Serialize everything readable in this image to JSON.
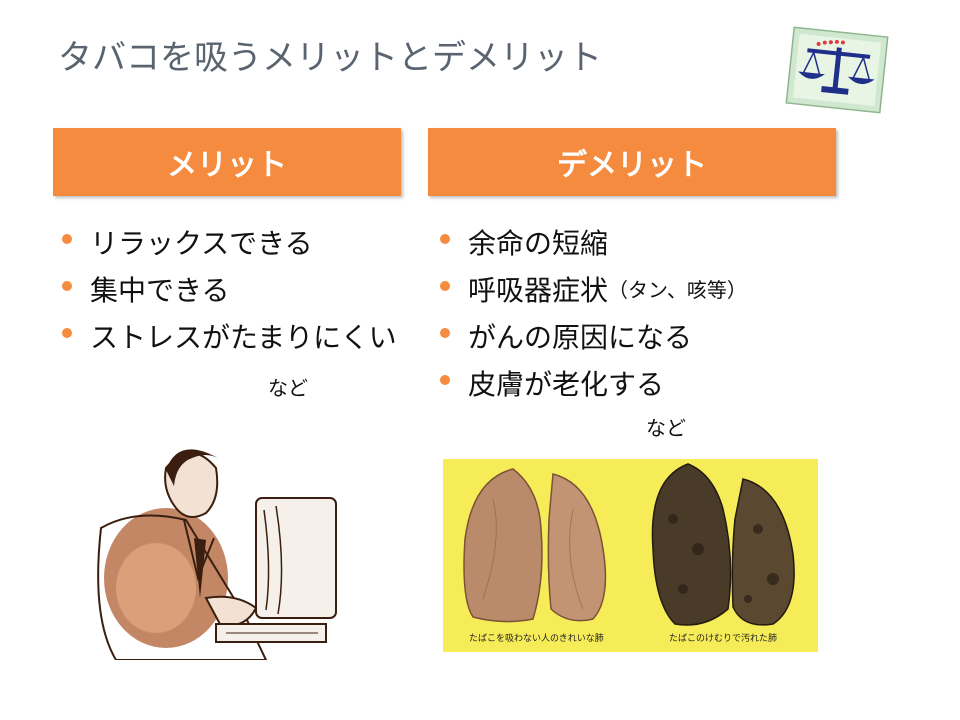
{
  "title": "タバコを吸うメリットとデメリット",
  "colors": {
    "accent": "#f58b3e",
    "panel": "#f6ec58",
    "title": "#5a6470"
  },
  "icons": {
    "scale": "balance-scale-icon",
    "man": "man-at-computer-illustration",
    "lungs": "lungs-photo"
  },
  "merit": {
    "header": "メリット",
    "items": [
      "リラックスできる",
      "集中できる",
      "ストレスがたまりにくい"
    ],
    "nado": "など"
  },
  "demerit": {
    "header": "デメリット",
    "items": [
      {
        "main": "余命の短縮",
        "sub": ""
      },
      {
        "main": "呼吸器症状",
        "sub": "（タン、咳等）"
      },
      {
        "main": "がんの原因になる",
        "sub": ""
      },
      {
        "main": "皮膚が老化する",
        "sub": ""
      }
    ],
    "nado": "など"
  },
  "lungs": {
    "caption_left": "たばこを吸わない人のきれいな肺",
    "caption_right": "たばこのけむりで汚れた肺"
  }
}
